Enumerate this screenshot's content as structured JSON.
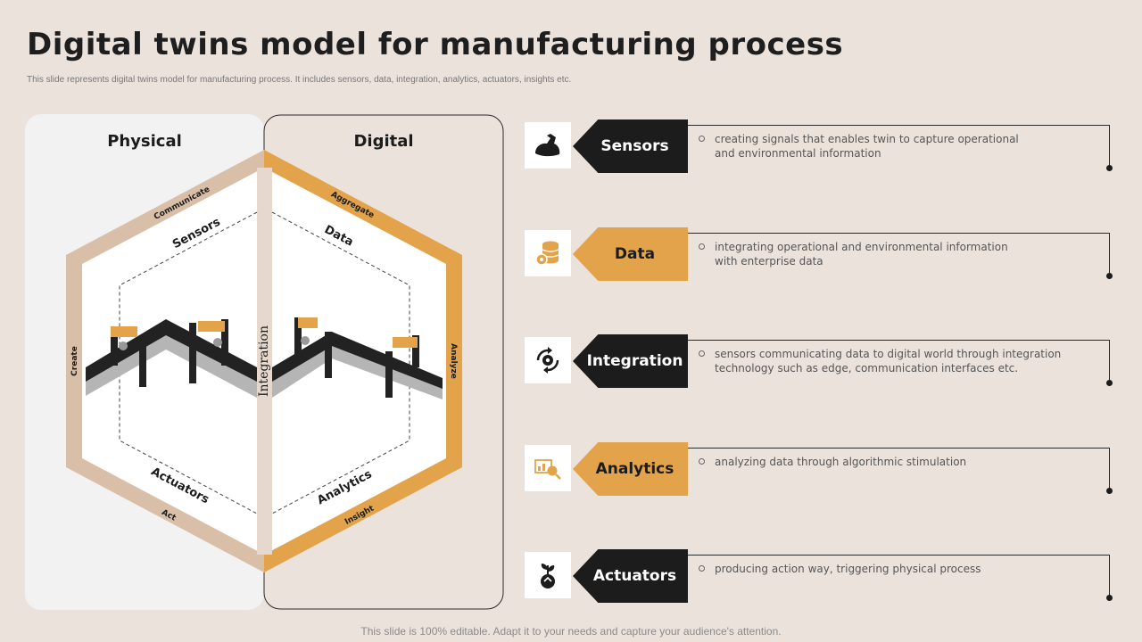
{
  "header": {
    "title": "Digital twins model for manufacturing process",
    "subtitle": "This slide represents digital twins model for manufacturing process. It includes sensors, data, integration, analytics, actuators, insights etc."
  },
  "diagram": {
    "physical_label": "Physical",
    "digital_label": "Digital",
    "center_label": "Integration",
    "inner_labels": {
      "sensors": "Sensors",
      "data": "Data",
      "actuators": "Actuators",
      "analytics": "Analytics"
    },
    "outer_labels": {
      "communicate": "Communicate",
      "aggregate": "Aggregate",
      "create": "Create",
      "analyze": "Analyze",
      "act": "Act",
      "insight": "Insight"
    },
    "colors": {
      "physical_panel": "#f2f2f2",
      "physical_ring": "#d9bfa7",
      "digital_ring": "#e2a34a",
      "divider": "#e0cdbf"
    }
  },
  "items": [
    {
      "label": "Sensors",
      "style": "dark",
      "icon": "flexed-arm-icon",
      "desc_line1": "creating signals that enables twin to capture operational",
      "desc_line2": "and environmental  information"
    },
    {
      "label": "Data",
      "style": "gold",
      "icon": "database-gear-icon",
      "desc_line1": "integrating operational  and environmental  information",
      "desc_line2": "with enterprise data"
    },
    {
      "label": "Integration",
      "style": "dark",
      "icon": "gear-cycle-icon",
      "desc_line1": "sensors communicating data to digital world through integration",
      "desc_line2": "technology such as edge, communication interfaces etc."
    },
    {
      "label": "Analytics",
      "style": "gold",
      "icon": "analytics-magnifier-icon",
      "desc_line1": "analyzing data through algorithmic stimulation",
      "desc_line2": ""
    },
    {
      "label": "Actuators",
      "style": "dark",
      "icon": "plant-growth-icon",
      "desc_line1": "producing action way, triggering physical process",
      "desc_line2": ""
    }
  ],
  "footer": {
    "text": "This slide is 100% editable. Adapt it to your needs and capture your audience's attention."
  }
}
